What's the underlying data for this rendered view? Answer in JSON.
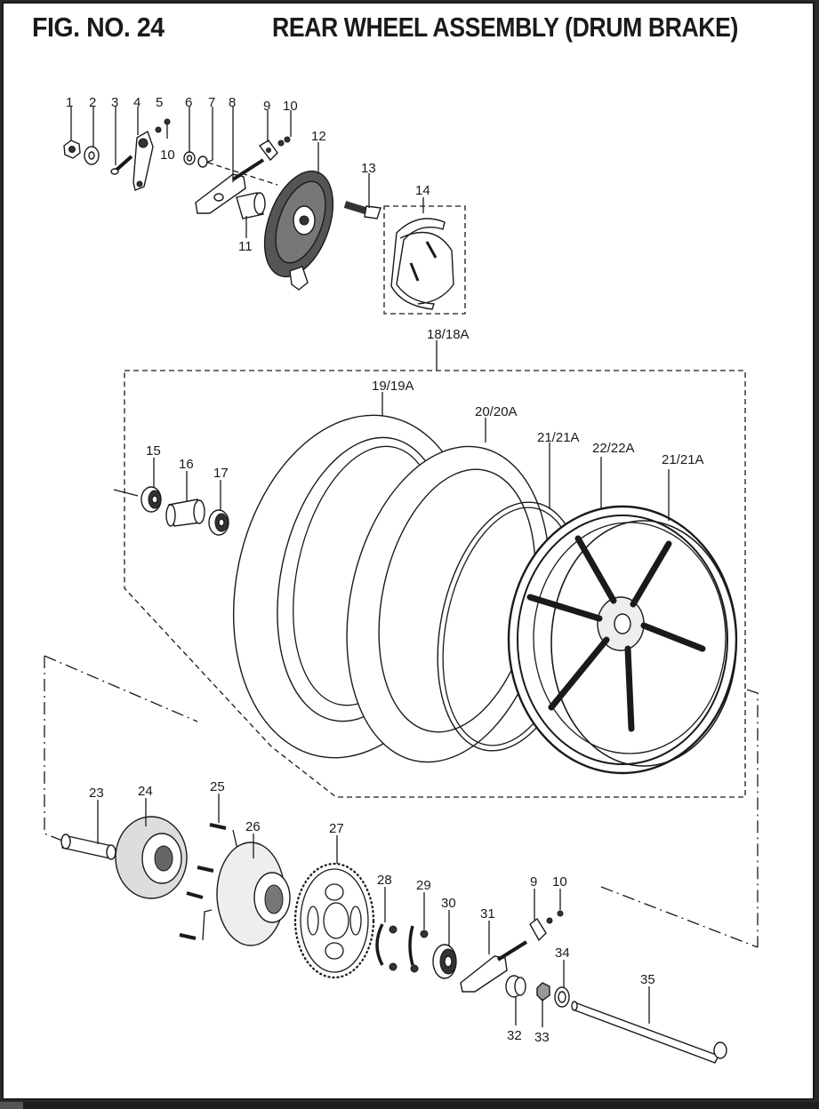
{
  "header": {
    "figure_number": "FIG. NO. 24",
    "title": "REAR WHEEL ASSEMBLY (DRUM BRAKE)"
  },
  "callouts": [
    {
      "id": "c1",
      "label": "1"
    },
    {
      "id": "c2",
      "label": "2"
    },
    {
      "id": "c3",
      "label": "3"
    },
    {
      "id": "c4",
      "label": "4"
    },
    {
      "id": "c5",
      "label": "5"
    },
    {
      "id": "c10a",
      "label": "10"
    },
    {
      "id": "c6",
      "label": "6"
    },
    {
      "id": "c7",
      "label": "7"
    },
    {
      "id": "c8",
      "label": "8"
    },
    {
      "id": "c9a",
      "label": "9"
    },
    {
      "id": "c10b",
      "label": "10"
    },
    {
      "id": "c12",
      "label": "12"
    },
    {
      "id": "c11",
      "label": "11"
    },
    {
      "id": "c13",
      "label": "13"
    },
    {
      "id": "c14",
      "label": "14"
    },
    {
      "id": "c18",
      "label": "18/18A"
    },
    {
      "id": "c19",
      "label": "19/19A"
    },
    {
      "id": "c20",
      "label": "20/20A"
    },
    {
      "id": "c21a",
      "label": "21/21A"
    },
    {
      "id": "c22",
      "label": "22/22A"
    },
    {
      "id": "c21b",
      "label": "21/21A"
    },
    {
      "id": "c15",
      "label": "15"
    },
    {
      "id": "c16",
      "label": "16"
    },
    {
      "id": "c17",
      "label": "17"
    },
    {
      "id": "c23",
      "label": "23"
    },
    {
      "id": "c24",
      "label": "24"
    },
    {
      "id": "c25",
      "label": "25"
    },
    {
      "id": "c26",
      "label": "26"
    },
    {
      "id": "c27",
      "label": "27"
    },
    {
      "id": "c28",
      "label": "28"
    },
    {
      "id": "c29",
      "label": "29"
    },
    {
      "id": "c30",
      "label": "30"
    },
    {
      "id": "c31",
      "label": "31"
    },
    {
      "id": "c9b",
      "label": "9"
    },
    {
      "id": "c10c",
      "label": "10"
    },
    {
      "id": "c34",
      "label": "34"
    },
    {
      "id": "c35",
      "label": "35"
    },
    {
      "id": "c32",
      "label": "32"
    },
    {
      "id": "c33",
      "label": "33"
    }
  ]
}
